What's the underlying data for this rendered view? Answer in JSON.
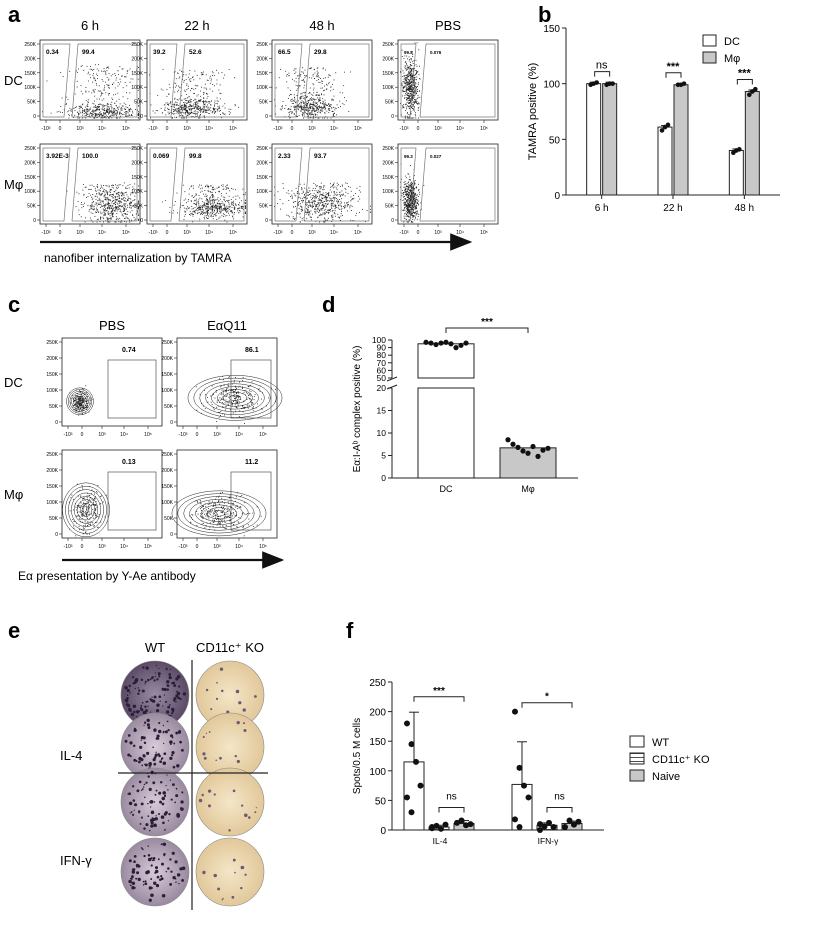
{
  "panels": {
    "a": {
      "letter": "a",
      "columns": [
        "6 h",
        "22 h",
        "48 h",
        "PBS"
      ],
      "rows": [
        "DC",
        "Mφ"
      ],
      "y_ticks": [
        "250K",
        "200K",
        "150K",
        "100K",
        "50K",
        "0"
      ],
      "x_ticks": [
        "-10³",
        "0",
        "10³",
        "10⁴",
        "10⁵"
      ],
      "gate_values": [
        [
          [
            "0.34",
            "99.4"
          ],
          [
            "39.2",
            "52.6"
          ],
          [
            "66.5",
            "29.8"
          ],
          [
            "99.8",
            "0.076"
          ]
        ],
        [
          [
            "3.92E-3",
            "100.0"
          ],
          [
            "0.069",
            "99.8"
          ],
          [
            "2.33",
            "93.7"
          ],
          [
            "99.3",
            "0.027"
          ]
        ]
      ],
      "axis_caption": "nanofiber internalization by TAMRA"
    },
    "c": {
      "letter": "c",
      "columns": [
        "PBS",
        "EαQ11"
      ],
      "rows": [
        "DC",
        "Mφ"
      ],
      "y_ticks": [
        "250K",
        "200K",
        "150K",
        "100K",
        "50K",
        "0"
      ],
      "x_ticks": [
        "-10³",
        "0",
        "10³",
        "10⁴",
        "10⁵"
      ],
      "gate_values": [
        [
          "0.74",
          "86.1"
        ],
        [
          "0.13",
          "11.2"
        ]
      ],
      "axis_caption": "Eα presentation by Y-Ae antibody"
    },
    "e": {
      "letter": "e",
      "columns": [
        "WT",
        "CD11c⁺ KO"
      ],
      "rows": [
        "IL-4",
        "IFN-γ"
      ]
    }
  },
  "chart_data": [
    {
      "panel": "b",
      "letter": "b",
      "type": "bar",
      "categories": [
        "6 h",
        "22 h",
        "48 h"
      ],
      "series": [
        {
          "name": "DC",
          "values": [
            100,
            61,
            40
          ],
          "points": [
            [
              99,
              100,
              101
            ],
            [
              58,
              61,
              63
            ],
            [
              38,
              40,
              41
            ]
          ]
        },
        {
          "name": "Mφ",
          "values": [
            100,
            99,
            93
          ],
          "points": [
            [
              99,
              100,
              100
            ],
            [
              99,
              99,
              100
            ],
            [
              90,
              93,
              95
            ]
          ]
        }
      ],
      "significance": [
        "ns",
        "***",
        "***"
      ],
      "ylabel": "TAMRA positive (%)",
      "ylim": [
        0,
        150
      ],
      "yticks": [
        0,
        50,
        100,
        150
      ],
      "legend": "top-right",
      "colors": {
        "DC": "#ffffff",
        "Mφ": "#c8c8c8"
      }
    },
    {
      "panel": "d",
      "letter": "d",
      "type": "bar",
      "categories": [
        "DC",
        "Mφ"
      ],
      "series": [
        {
          "name": "DC",
          "values": [
            95
          ],
          "points": [
            [
              97,
              96,
              94,
              96,
              97,
              95,
              90,
              93,
              96
            ]
          ]
        },
        {
          "name": "Mφ",
          "values": [
            6.7
          ],
          "points": [
            [
              8.5,
              7.5,
              6.8,
              6.0,
              5.5,
              7.0,
              4.8,
              6.2,
              6.6
            ]
          ]
        }
      ],
      "significance": [
        "***"
      ],
      "ylabel": "Eα:I-Aᵇ complex positive (%)",
      "axis_break": [
        20,
        50
      ],
      "yticks_lower": [
        0,
        5,
        10,
        15,
        20
      ],
      "yticks_upper": [
        50,
        60,
        70,
        80,
        90,
        100
      ],
      "colors": {
        "DC": "#ffffff",
        "Mφ": "#c8c8c8"
      }
    },
    {
      "panel": "f",
      "letter": "f",
      "type": "bar",
      "categories": [
        "IL-4",
        "IFN-γ"
      ],
      "series": [
        {
          "name": "WT",
          "values": [
            115,
            77
          ],
          "errors": [
            84,
            72
          ],
          "points": [
            [
              180,
              145,
              115,
              75,
              55,
              30
            ],
            [
              200,
              105,
              75,
              55,
              18,
              5
            ]
          ]
        },
        {
          "name": "CD11c⁺ KO",
          "values": [
            5,
            8
          ],
          "errors": [
            3,
            4
          ],
          "points": [
            [
              3,
              7,
              2,
              9,
              5
            ],
            [
              0,
              6,
              12,
              5,
              10
            ]
          ]
        },
        {
          "name": "Naive",
          "values": [
            11,
            11
          ],
          "errors": [
            5,
            4
          ],
          "points": [
            [
              12,
              16,
              8,
              10
            ],
            [
              5,
              16,
              9,
              14
            ]
          ]
        }
      ],
      "significance": [
        [
          "***",
          "ns"
        ],
        [
          "*",
          "ns"
        ]
      ],
      "ylabel": "Spots/0.5 M cells",
      "ylim": [
        0,
        250
      ],
      "yticks": [
        0,
        50,
        100,
        150,
        200,
        250
      ],
      "legend": "right",
      "colors": {
        "WT": "#ffffff",
        "CD11c⁺ KO": "#ffffff",
        "Naive": "#c8c8c8"
      }
    }
  ]
}
